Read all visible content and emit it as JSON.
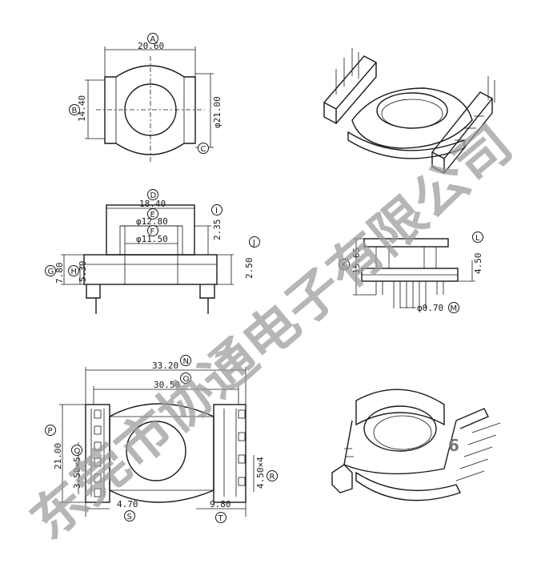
{
  "watermark": "东莞市协通电子有限公司",
  "page_number": "6",
  "colors": {
    "line": "#1a1a1a",
    "watermark": "#9a9a9a",
    "page_number": "#777777"
  },
  "top_view": {
    "width_dim": "20.60",
    "height_dim": "14.40",
    "diameter_dim": "φ21.00",
    "labels": {
      "width": "A",
      "height": "B",
      "diameter": "C"
    }
  },
  "side_view": {
    "d1": "18.40",
    "d2": "φ12.80",
    "d3": "φ11.50",
    "d4": "2.35",
    "d5": "2.50",
    "d6": "7.80",
    "d7": "5.30",
    "labels": {
      "d1": "D",
      "d2": "E",
      "d3": "F",
      "d4": "I",
      "d5": "J",
      "d6": "G",
      "d7": "H"
    }
  },
  "end_view": {
    "height": "15.65",
    "pin_len": "4.50",
    "pin_dia": "φ0.70",
    "labels": {
      "height": "K",
      "pin_len": "L",
      "pin_dia": "M"
    }
  },
  "bottom_view": {
    "overall": "33.20",
    "inner": "30.50",
    "height": "21.00",
    "pitch_left": "3.50×5",
    "pitch_right": "4.50×4",
    "foot_left": "4.70",
    "foot_right": "9.80",
    "labels": {
      "overall": "N",
      "inner": "O",
      "height": "P",
      "pitch_left": "Q",
      "pitch_right": "R",
      "foot_left": "S",
      "foot_right": "T"
    }
  }
}
